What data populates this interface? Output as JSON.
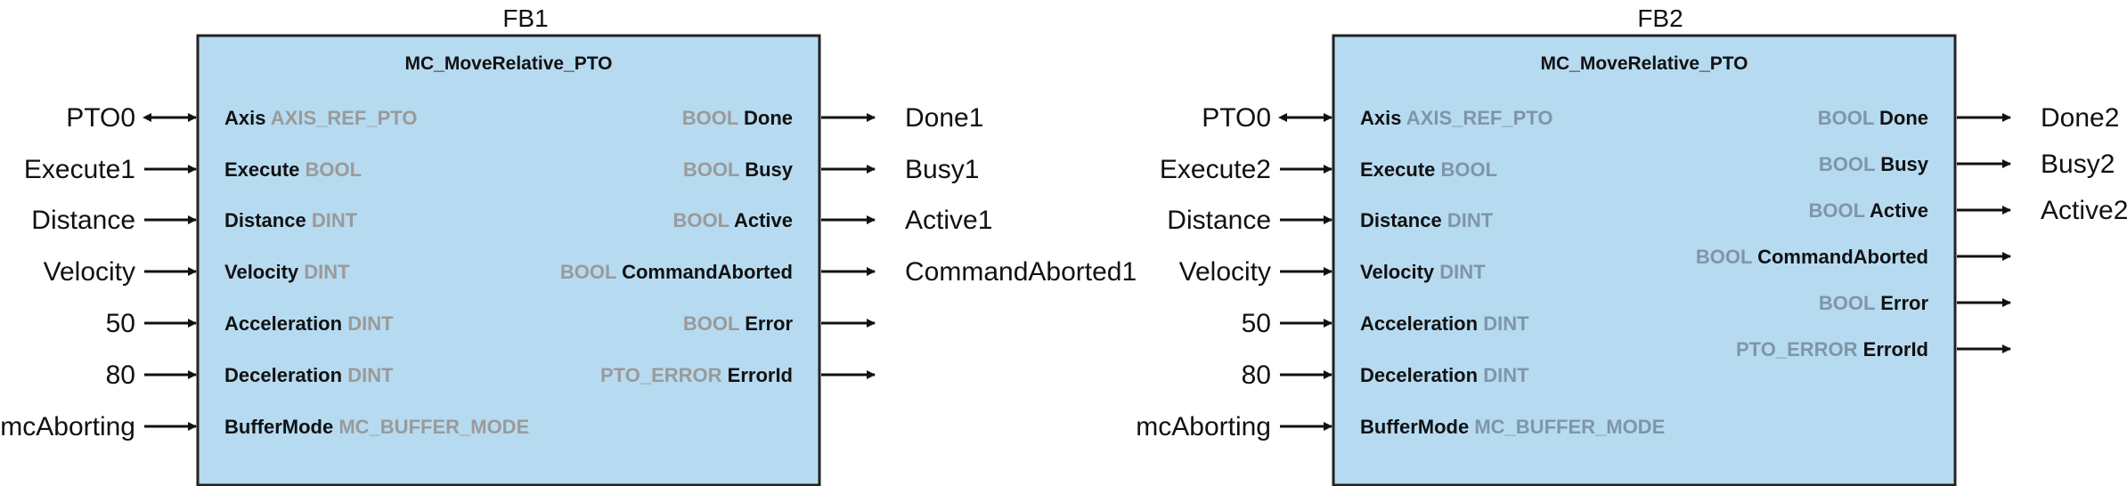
{
  "colors": {
    "block_fill": "#b6dbf1",
    "block_border": "#222222",
    "type_text_fb1": "#9a9a9a",
    "type_text_fb2": "#7f96a8",
    "text": "#111111"
  },
  "blocks": [
    {
      "instance": "FB1",
      "function": "MC_MoveRelative_PTO",
      "inputs": [
        {
          "pin": "Axis",
          "type": "AXIS_REF_PTO",
          "signal": "PTO0",
          "bidirectional": true
        },
        {
          "pin": "Execute",
          "type": "BOOL",
          "signal": "Execute1"
        },
        {
          "pin": "Distance",
          "type": "DINT",
          "signal": "Distance"
        },
        {
          "pin": "Velocity",
          "type": "DINT",
          "signal": "Velocity"
        },
        {
          "pin": "Acceleration",
          "type": "DINT",
          "signal": "50"
        },
        {
          "pin": "Deceleration",
          "type": "DINT",
          "signal": "80"
        },
        {
          "pin": "BufferMode",
          "type": "MC_BUFFER_MODE",
          "signal": "mcAborting"
        }
      ],
      "outputs": [
        {
          "pin": "Done",
          "type": "BOOL",
          "signal": "Done1"
        },
        {
          "pin": "Busy",
          "type": "BOOL",
          "signal": "Busy1"
        },
        {
          "pin": "Active",
          "type": "BOOL",
          "signal": "Active1"
        },
        {
          "pin": "CommandAborted",
          "type": "BOOL",
          "signal": "CommandAborted1"
        },
        {
          "pin": "Error",
          "type": "BOOL",
          "signal": ""
        },
        {
          "pin": "ErrorId",
          "type": "PTO_ERROR",
          "signal": ""
        }
      ]
    },
    {
      "instance": "FB2",
      "function": "MC_MoveRelative_PTO",
      "inputs": [
        {
          "pin": "Axis",
          "type": "AXIS_REF_PTO",
          "signal": "PTO0",
          "bidirectional": true
        },
        {
          "pin": "Execute",
          "type": "BOOL",
          "signal": "Execute2"
        },
        {
          "pin": "Distance",
          "type": "DINT",
          "signal": "Distance"
        },
        {
          "pin": "Velocity",
          "type": "DINT",
          "signal": "Velocity"
        },
        {
          "pin": "Acceleration",
          "type": "DINT",
          "signal": "50"
        },
        {
          "pin": "Deceleration",
          "type": "DINT",
          "signal": "80"
        },
        {
          "pin": "BufferMode",
          "type": "MC_BUFFER_MODE",
          "signal": "mcAborting"
        }
      ],
      "outputs": [
        {
          "pin": "Done",
          "type": "BOOL",
          "signal": "Done2"
        },
        {
          "pin": "Busy",
          "type": "BOOL",
          "signal": "Busy2"
        },
        {
          "pin": "Active",
          "type": "BOOL",
          "signal": "Active2"
        },
        {
          "pin": "CommandAborted",
          "type": "BOOL",
          "signal": ""
        },
        {
          "pin": "Error",
          "type": "BOOL",
          "signal": ""
        },
        {
          "pin": "ErrorId",
          "type": "PTO_ERROR",
          "signal": ""
        }
      ]
    }
  ]
}
